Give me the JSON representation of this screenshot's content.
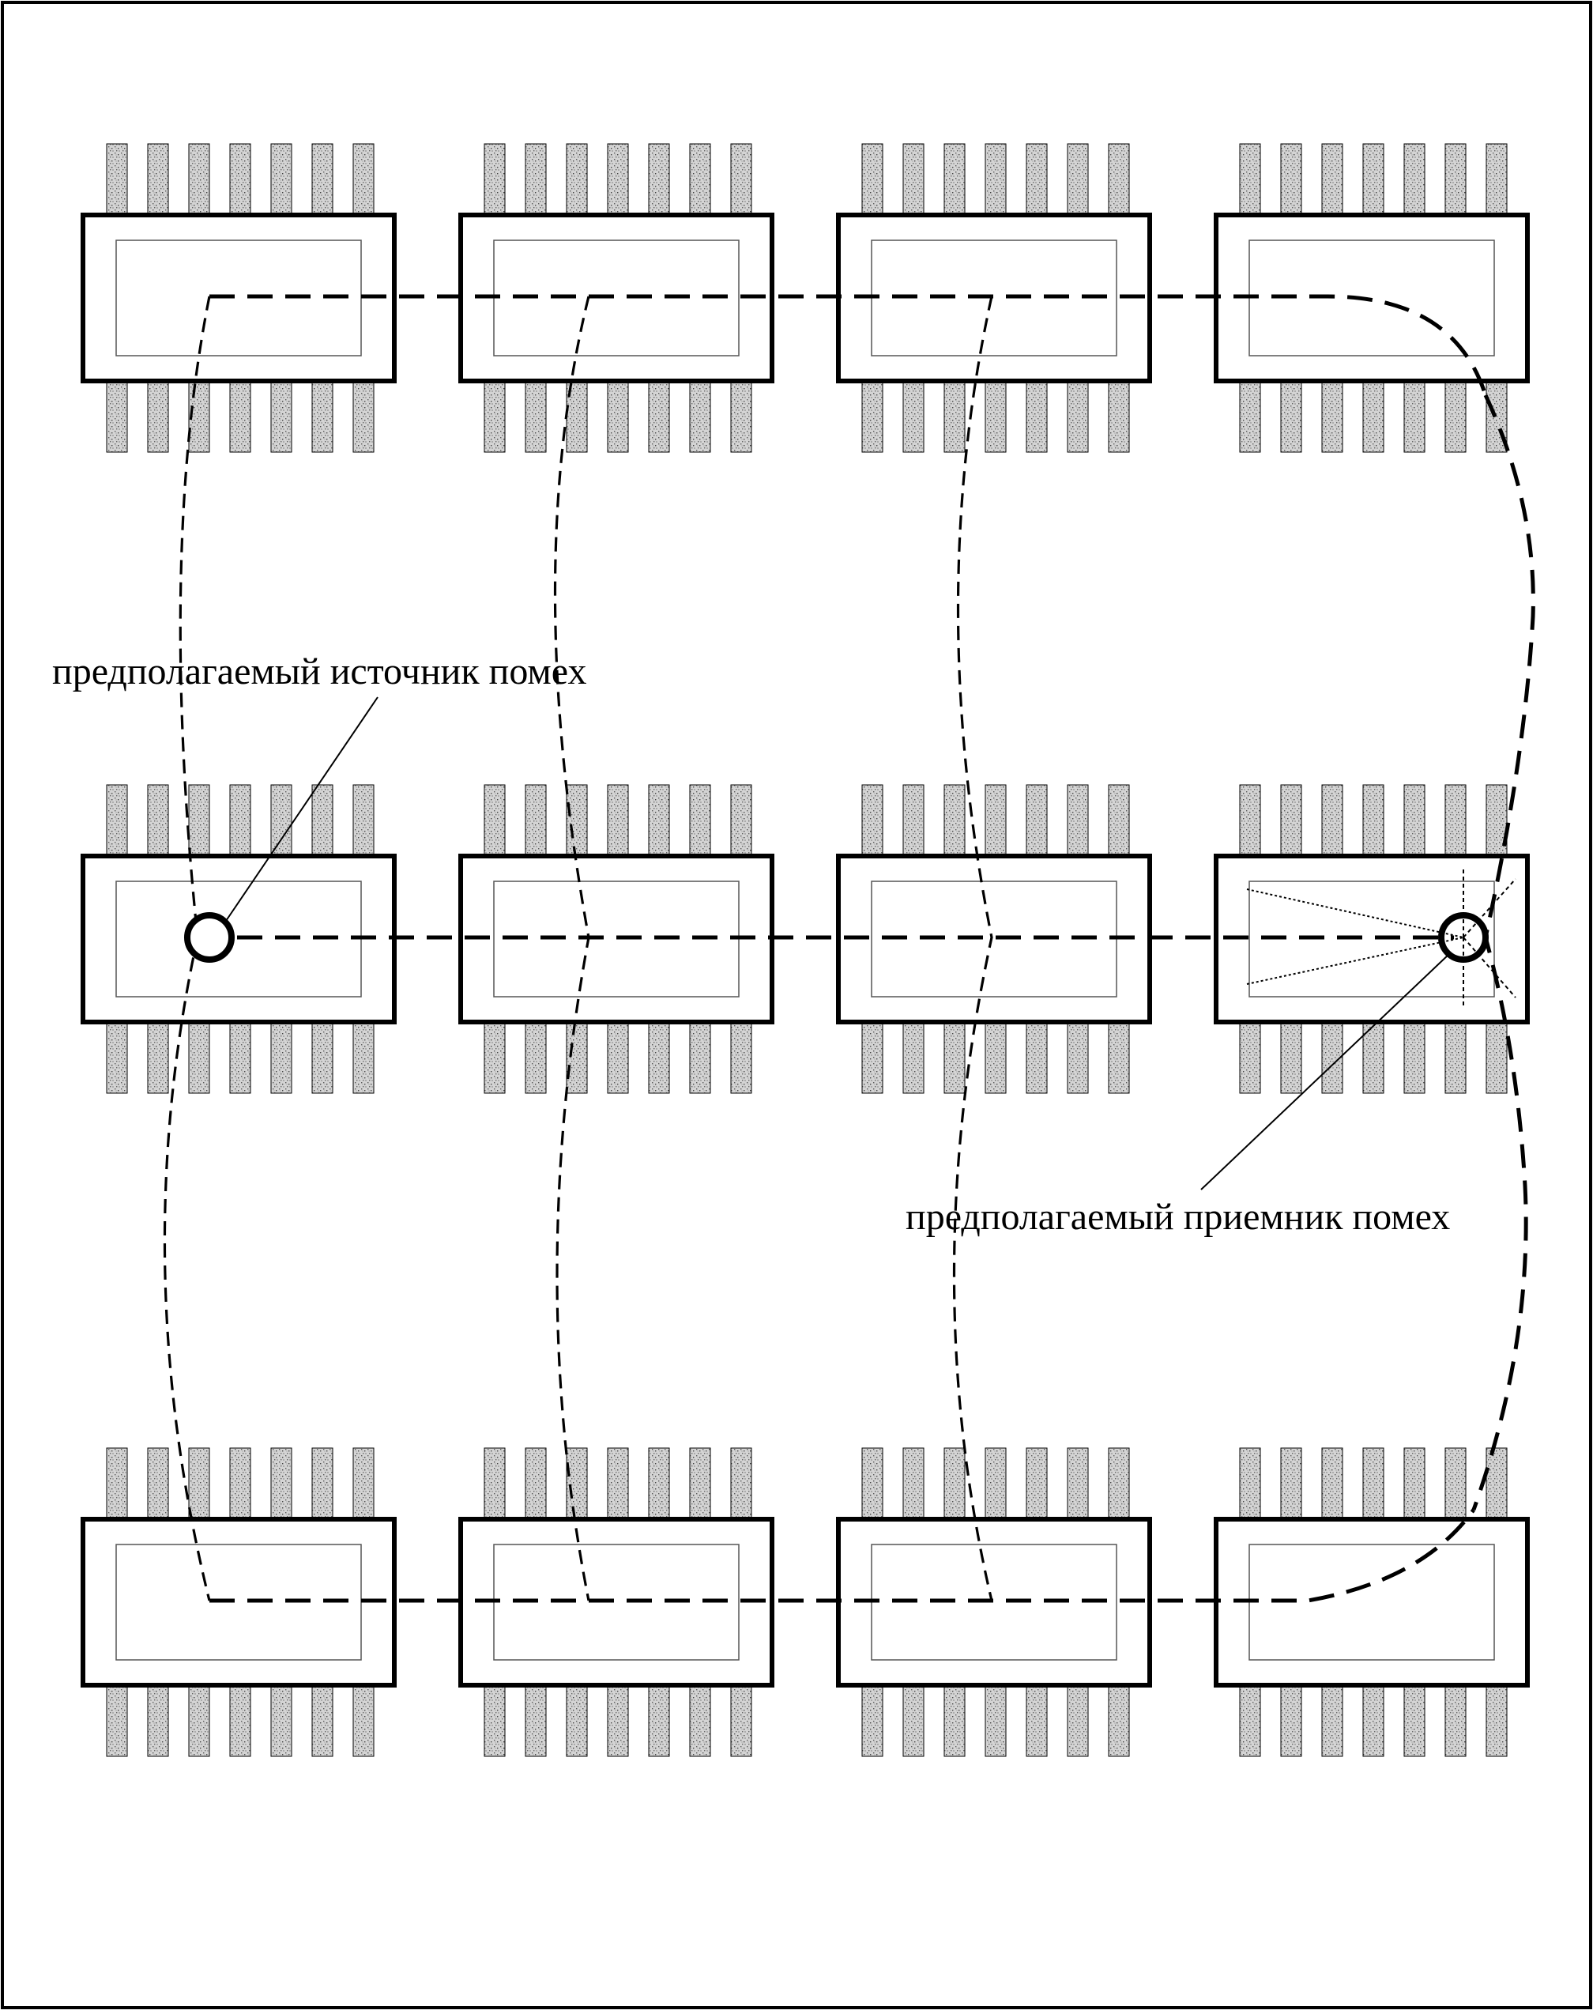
{
  "labels": {
    "source": "предполагаемый источник помех",
    "receiver": "предполагаемый приемник помех"
  },
  "grid": {
    "rows": 3,
    "cols": 4,
    "pins_per_side": 7
  },
  "colors": {
    "ink": "#000000",
    "pin_fill": "#c8c8c8",
    "background": "#ffffff"
  }
}
